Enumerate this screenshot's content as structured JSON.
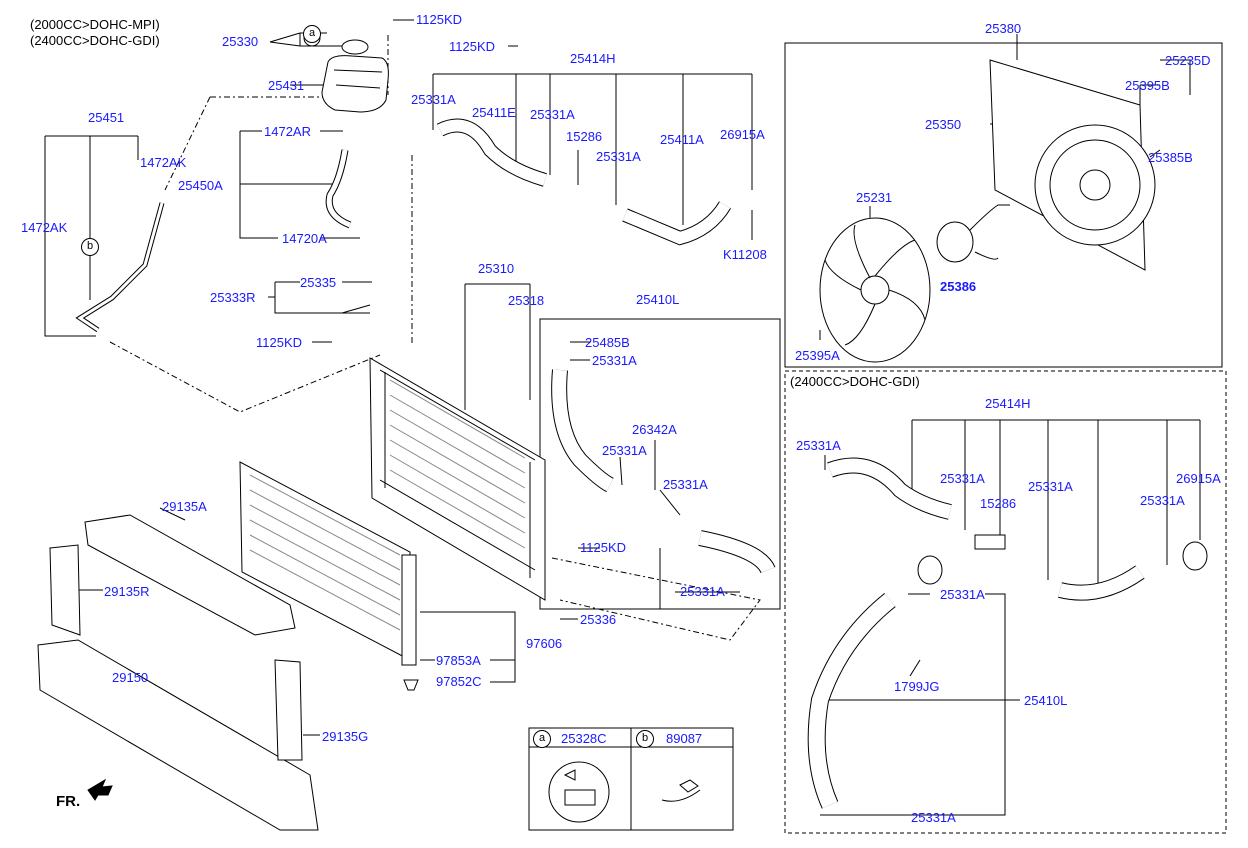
{
  "header": {
    "line1": "(2000CC>DOHC-MPI)",
    "line2": "(2400CC>DOHC-GDI)"
  },
  "fr_label": "FR.",
  "inset_header": "(2400CC>DOHC-GDI)",
  "callouts": {
    "a": "a",
    "b": "b"
  },
  "labels": {
    "p25330": "25330",
    "p1125KD_top": "1125KD",
    "p1125KD_b": "1125KD",
    "p25431": "25431",
    "p25451": "25451",
    "p1472AK_a": "1472AK",
    "p1472AK_b": "1472AK",
    "p1472AR": "1472AR",
    "p25450A": "25450A",
    "p14720A": "14720A",
    "p25414H": "25414H",
    "p25331A_1": "25331A",
    "p25411E": "25411E",
    "p25331A_2": "25331A",
    "p15286": "15286",
    "p25331A_3": "25331A",
    "p25411A": "25411A",
    "p26915A": "26915A",
    "pK11208": "K11208",
    "p25335": "25335",
    "p25333R": "25333R",
    "p1125KD_c": "1125KD",
    "p25310": "25310",
    "p25318": "25318",
    "p25410L": "25410L",
    "p25485B": "25485B",
    "p25331A_4": "25331A",
    "p26342A": "26342A",
    "p25331A_5": "25331A",
    "p25331A_6": "25331A",
    "p1125KD_d": "1125KD",
    "p25331A_7": "25331A",
    "p25336": "25336",
    "p97606": "97606",
    "p97853A": "97853A",
    "p97852C": "97852C",
    "p29135A": "29135A",
    "p29135R": "29135R",
    "p29150": "29150",
    "p29135G": "29135G",
    "p25380": "25380",
    "p25235D": "25235D",
    "p25395B": "25395B",
    "p25350": "25350",
    "p25385B": "25385B",
    "p25231": "25231",
    "p25386": "25386",
    "p25395A": "25395A",
    "i25414H": "25414H",
    "i25331A_1": "25331A",
    "i25331A_2": "25331A",
    "i15286": "15286",
    "i25331A_3": "25331A",
    "i26915A": "26915A",
    "i25331A_4": "25331A",
    "i25331A_5": "25331A",
    "i1799JG": "1799JG",
    "i25410L": "25410L",
    "i25331A_6": "25331A"
  },
  "legend": {
    "a_letter": "a",
    "a_part": "25328C",
    "b_letter": "b",
    "b_part": "89087"
  }
}
